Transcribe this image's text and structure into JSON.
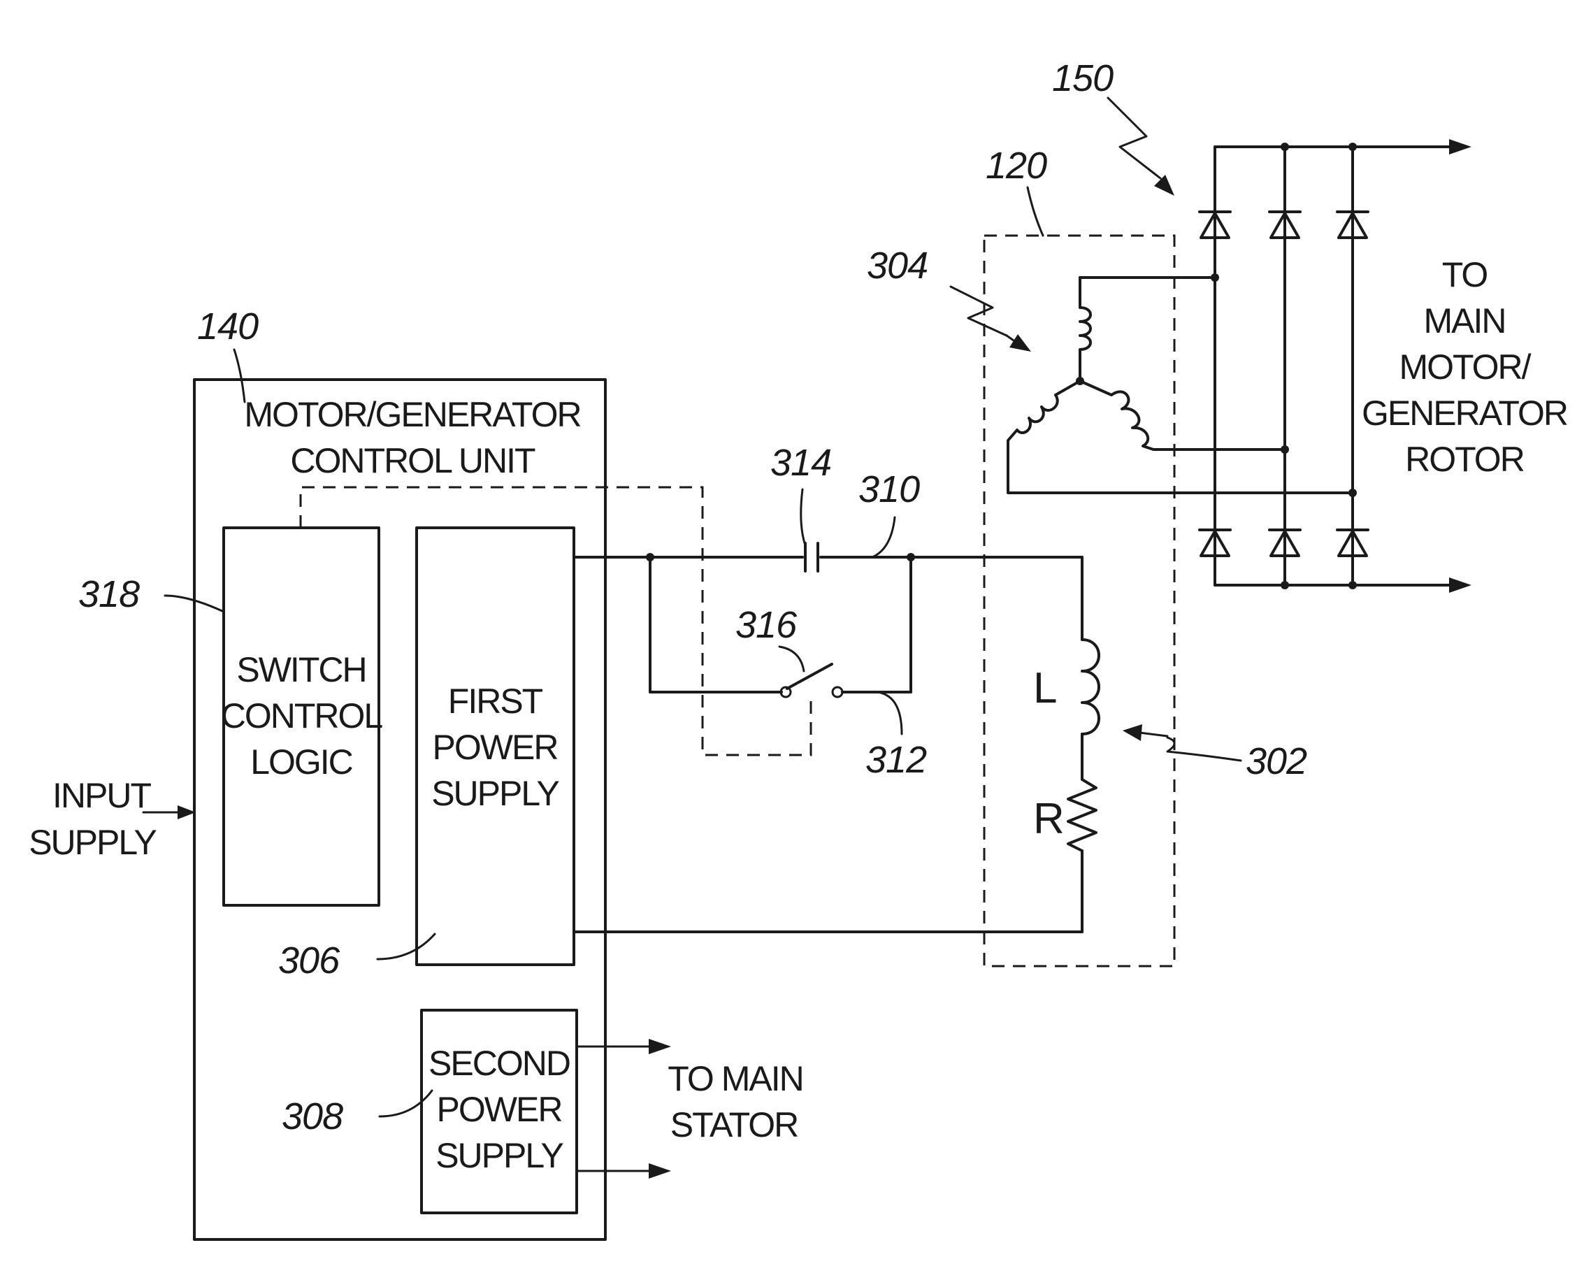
{
  "blocks": {
    "control_unit": {
      "ref": "140",
      "title_line1": "MOTOR/GENERATOR",
      "title_line2": "CONTROL UNIT"
    },
    "switch_control_logic": {
      "ref": "318",
      "line1": "SWITCH",
      "line2": "CONTROL",
      "line3": "LOGIC"
    },
    "first_power_supply": {
      "ref": "306",
      "line1": "FIRST",
      "line2": "POWER",
      "line3": "SUPPLY"
    },
    "second_power_supply": {
      "ref": "308",
      "line1": "SECOND",
      "line2": "POWER",
      "line3": "SUPPLY"
    },
    "exciter": {
      "ref": "120"
    },
    "rectifier": {
      "ref": "150"
    }
  },
  "components": {
    "capacitor_ref": "314",
    "node_ref": "310",
    "switch_ref": "316",
    "switch_line_ref": "312",
    "armature_ref": "304",
    "field_winding_ref": "302",
    "inductor_label": "L",
    "resistor_label": "R"
  },
  "io_labels": {
    "input_line1": "INPUT",
    "input_line2": "SUPPLY",
    "stator_line1": "TO MAIN",
    "stator_line2": "STATOR",
    "rotor_line1": "TO",
    "rotor_line2": "MAIN",
    "rotor_line3": "MOTOR/",
    "rotor_line4": "GENERATOR",
    "rotor_line5": "ROTOR"
  }
}
